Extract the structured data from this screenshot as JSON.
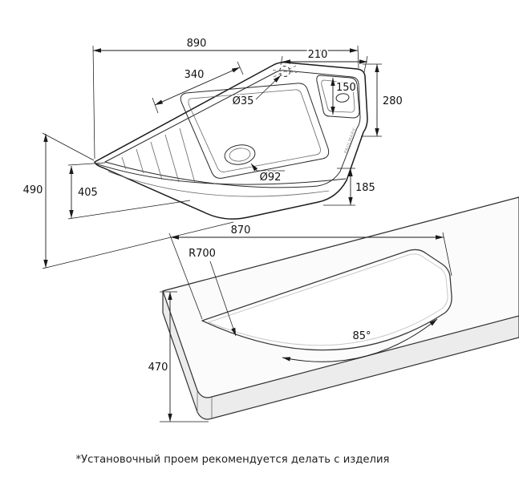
{
  "sink_view": {
    "dims": {
      "width_total": "890",
      "right_wing_width": "210",
      "bowl_offset": "340",
      "small_bowl_width": "150",
      "right_depth": "280",
      "depth_total": "490",
      "inner_depth": "405",
      "front_height": "185"
    },
    "holes": {
      "tap_hole": "Ø35",
      "drain_hole": "Ø92"
    },
    "brand": "PAULMARK"
  },
  "cutout_view": {
    "dims": {
      "cutout_width": "870",
      "front_radius": "R700",
      "corner_angle": "85°",
      "cutout_depth": "470"
    }
  },
  "footnote": "*Установочный проем рекомендуется делать с изделия"
}
